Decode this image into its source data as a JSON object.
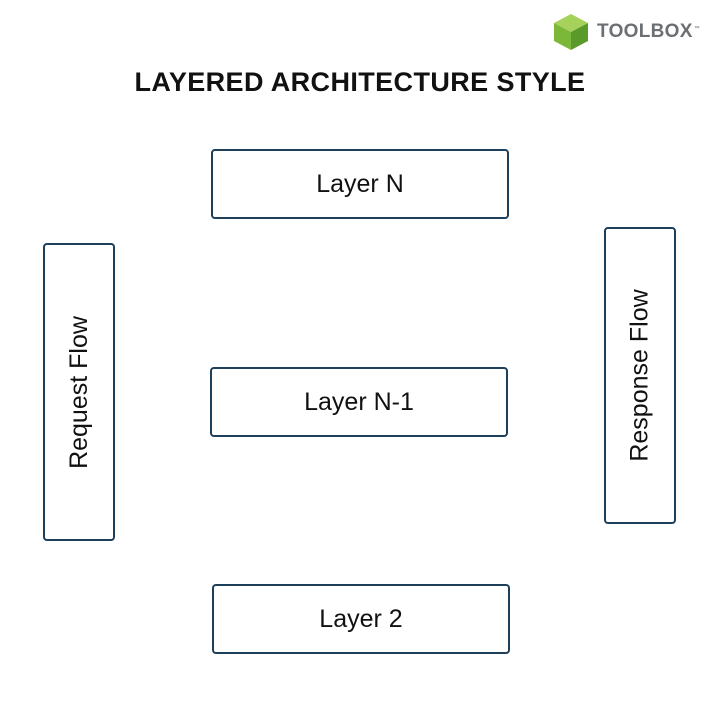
{
  "brand": {
    "name": "TOOLBOX",
    "tm": "™",
    "icon": "green-cube-icon",
    "colors": {
      "green_light": "#8cc63f",
      "green_dark": "#5fa02e",
      "text": "#6c6f73"
    }
  },
  "title": "LAYERED ARCHITECTURE STYLE",
  "layers": {
    "top": "Layer N",
    "middle": "Layer N-1",
    "bottom": "Layer 2"
  },
  "flows": {
    "left": "Request Flow",
    "right": "Response Flow"
  },
  "colors": {
    "border": "#1e3f5a",
    "text": "#111111",
    "background": "#ffffff"
  }
}
